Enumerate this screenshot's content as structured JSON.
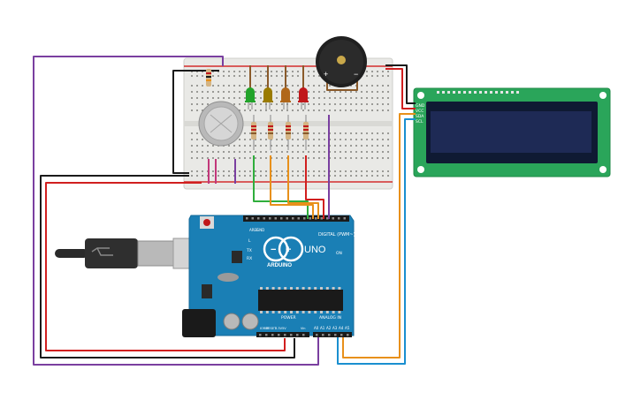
{
  "arduino": {
    "brand": "ARDUINO",
    "model": "UNO",
    "on_label": "ON",
    "tx_label": "TX",
    "rx_label": "RX",
    "l_label": "L",
    "digital_label": "DIGITAL (PWM~)",
    "power_label": "POWER",
    "analog_label": "ANALOG IN",
    "aref_label": "AREF",
    "gnd_label": "GND",
    "ioref_label": "IOREF",
    "reset_label": "RESET",
    "v33_label": "3.3V",
    "v5_label": "5V",
    "vin_label": "Vin",
    "analog_pins": [
      "A0",
      "A1",
      "A2",
      "A3",
      "A4",
      "A5"
    ]
  },
  "lcd": {
    "pin_labels": [
      "GND",
      "VCC",
      "SDA",
      "SCL"
    ]
  },
  "buzzer": {
    "plus": "+",
    "minus": "−"
  },
  "leds": [
    "#22a32a",
    "#9a7b00",
    "#b0671a",
    "#c0171a"
  ],
  "colors": {
    "board_blue": "#1a7fb5",
    "lcd_green": "#2aa55a",
    "lcd_screen": "#1e2a55",
    "wire_red": "#d11f1f",
    "wire_black": "#1a1a1a",
    "wire_purple": "#7a3fa0",
    "wire_orange": "#e8901a",
    "wire_blue": "#1a8fd0",
    "wire_green": "#2fae3c",
    "wire_brown": "#8a5a2a",
    "wire_magenta": "#c2387a"
  }
}
